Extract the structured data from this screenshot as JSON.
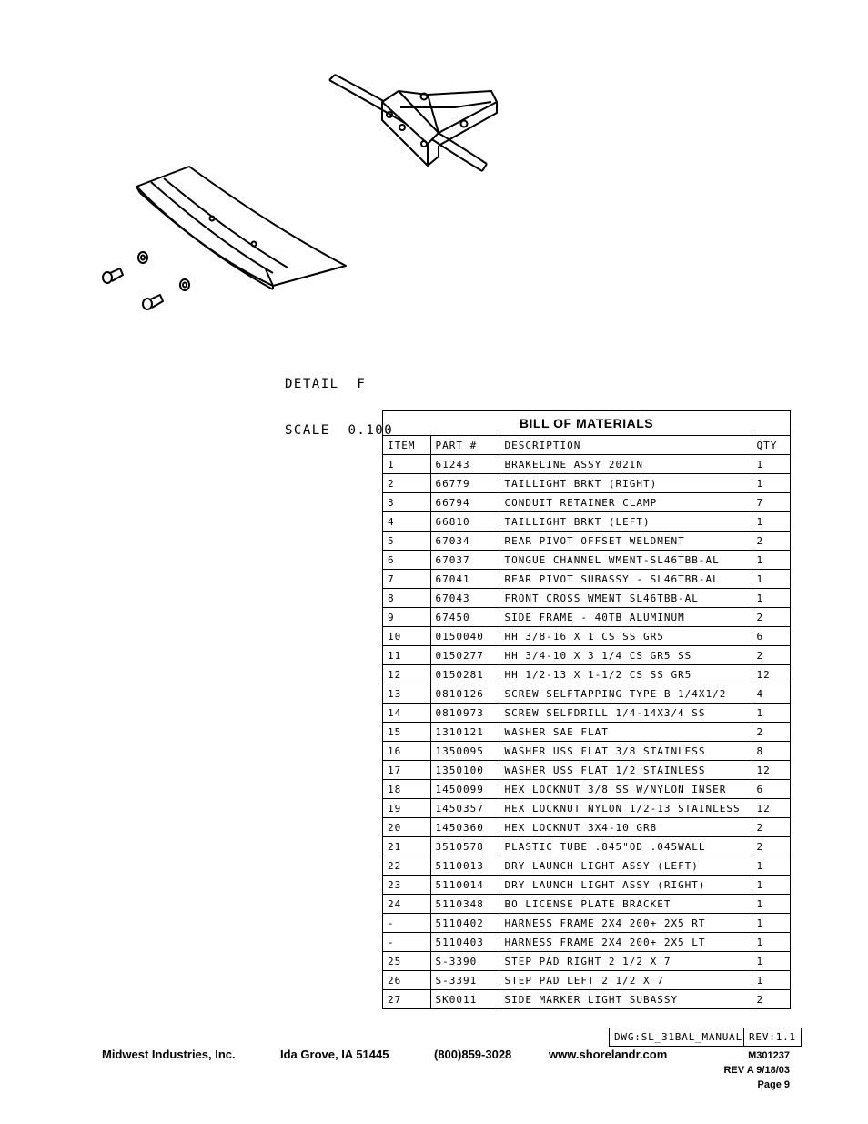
{
  "detail": {
    "line1": "DETAIL  F",
    "line2": "SCALE  0.100"
  },
  "bom": {
    "title": "BILL OF MATERIALS",
    "headers": [
      "ITEM",
      "PART #",
      "DESCRIPTION",
      "QTY"
    ],
    "rows": [
      [
        "1",
        "61243",
        "BRAKELINE ASSY  202IN",
        "1"
      ],
      [
        "2",
        "66779",
        "TAILLIGHT BRKT (RIGHT)",
        "1"
      ],
      [
        "3",
        "66794",
        "CONDUIT RETAINER CLAMP",
        "7"
      ],
      [
        "4",
        "66810",
        "TAILLIGHT BRKT (LEFT)",
        "1"
      ],
      [
        "5",
        "67034",
        "REAR PIVOT OFFSET WELDMENT",
        "2"
      ],
      [
        "6",
        "67037",
        "TONGUE CHANNEL WMENT-SL46TBB-AL",
        "1"
      ],
      [
        "7",
        "67041",
        "REAR PIVOT SUBASSY - SL46TBB-AL",
        "1"
      ],
      [
        "8",
        "67043",
        "FRONT CROSS WMENT SL46TBB-AL",
        "1"
      ],
      [
        "9",
        "67450",
        "SIDE FRAME - 40TB ALUMINUM",
        "2"
      ],
      [
        "10",
        "0150040",
        "HH 3/8-16 X 1 CS SS GR5",
        "6"
      ],
      [
        "11",
        "0150277",
        "HH 3/4-10 X 3 1/4 CS GR5 SS",
        "2"
      ],
      [
        "12",
        "0150281",
        "HH 1/2-13 X 1-1/2 CS SS GR5",
        "12"
      ],
      [
        "13",
        "0810126",
        "SCREW SELFTAPPING TYPE B 1/4X1/2",
        "4"
      ],
      [
        "14",
        "0810973",
        "SCREW SELFDRILL  1/4-14X3/4 SS",
        "1"
      ],
      [
        "15",
        "1310121",
        "WASHER SAE FLAT",
        "2"
      ],
      [
        "16",
        "1350095",
        "WASHER USS FLAT 3/8 STAINLESS",
        "8"
      ],
      [
        "17",
        "1350100",
        "WASHER USS FLAT 1/2 STAINLESS",
        "12"
      ],
      [
        "18",
        "1450099",
        "HEX LOCKNUT 3/8 SS W/NYLON INSER",
        "6"
      ],
      [
        "19",
        "1450357",
        "HEX LOCKNUT NYLON 1/2-13 STAINLESS",
        "12"
      ],
      [
        "20",
        "1450360",
        "HEX LOCKNUT 3X4-10 GR8",
        "2"
      ],
      [
        "21",
        "3510578",
        "PLASTIC TUBE .845\"OD .045WALL",
        "2"
      ],
      [
        "22",
        "5110013",
        "DRY LAUNCH LIGHT ASSY (LEFT)",
        "1"
      ],
      [
        "23",
        "5110014",
        "DRY LAUNCH LIGHT ASSY (RIGHT)",
        "1"
      ],
      [
        "24",
        "5110348",
        "BO LICENSE PLATE BRACKET",
        "1"
      ],
      [
        "-",
        "5110402",
        "HARNESS   FRAME 2X4 200+ 2X5 RT",
        "1"
      ],
      [
        "-",
        "5110403",
        "HARNESS   FRAME 2X4 200+ 2X5 LT",
        "1"
      ],
      [
        "25",
        "S-3390",
        "STEP PAD  RIGHT  2 1/2 X  7",
        "1"
      ],
      [
        "26",
        "S-3391",
        "STEP PAD  LEFT  2 1/2 X  7",
        "1"
      ],
      [
        "27",
        "SK0011",
        "SIDE MARKER LIGHT SUBASSY",
        "2"
      ]
    ]
  },
  "title_block": {
    "dwg": "DWG:SL_31BAL_MANUAL",
    "rev": "REV:1.1"
  },
  "footer": {
    "company": "Midwest Industries, Inc.",
    "city": "Ida Grove, IA  51445",
    "phone": "(800)859-3028",
    "website": "www.shorelandr.com",
    "doc_number": "M301237",
    "revision": "REV A  9/18/03",
    "page": "Page 9"
  }
}
